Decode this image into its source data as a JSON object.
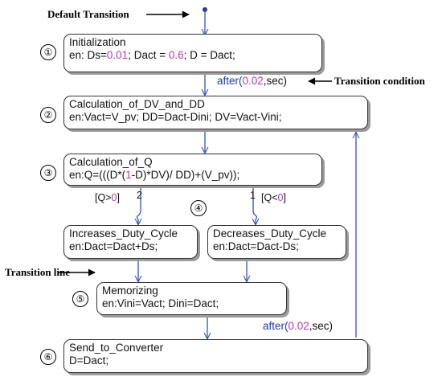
{
  "annotations": {
    "default_transition": "Default Transition",
    "transition_condition": "Transition condition",
    "transition_line": "Transition line"
  },
  "markers": [
    "①",
    "②",
    "③",
    "④",
    "⑤",
    "⑥"
  ],
  "states": {
    "initialization": {
      "title": "Initialization",
      "action_a": "en: Ds=",
      "ds_value": "0.01",
      "action_b": "; Dact = ",
      "dact_value": "0.6",
      "action_c": "; D = Dact;"
    },
    "calc_dv_dd": {
      "title": "Calculation_of_DV_and_DD",
      "action": "en:Vact=V_pv; DD=Dact-Dini; DV=Vact-Vini;"
    },
    "calc_q": {
      "title": "Calculation_of_Q",
      "action_a": "en:Q=(((D*(",
      "one": "1",
      "action_b": "-D)*DV)/ DD)+(V_pv));"
    },
    "increase": {
      "title": "Increases_Duty_Cycle",
      "action": "en:Dact=Dact+Ds;"
    },
    "decrease": {
      "title": "Decreases_Duty_Cycle",
      "action": "en:Dact=Dact-Ds;"
    },
    "memorizing": {
      "title": "Memorizing",
      "action": "en:Vini=Vact; Dini=Dact;"
    },
    "send": {
      "title": "Send_to_Converter",
      "action": "D=Dact;"
    }
  },
  "transitions": {
    "after_top": {
      "prefix": "after(",
      "value": "0.02",
      "suffix": ",sec)"
    },
    "after_bottom": {
      "prefix": "after(",
      "value": "0.02",
      "suffix": ",sec)"
    },
    "guard_pos": {
      "open": "[Q>",
      "zero": "0",
      "close": "]",
      "priority": "2"
    },
    "guard_neg": {
      "open": "[Q<",
      "zero": "0",
      "close": "]",
      "priority": "1"
    }
  }
}
